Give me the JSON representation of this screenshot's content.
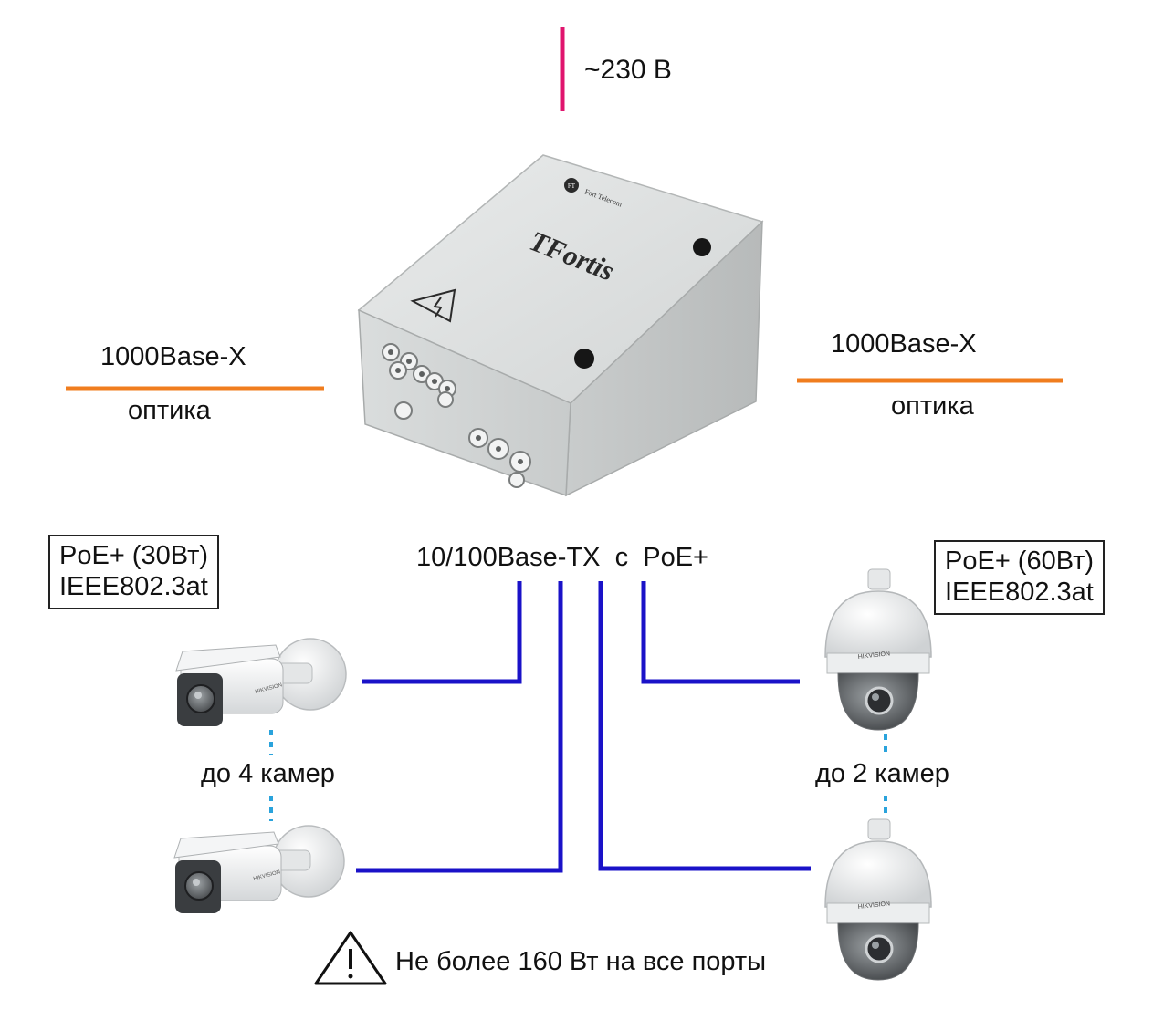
{
  "power": {
    "label": "~230 В",
    "color": "#e0156e"
  },
  "uplinks": {
    "left": {
      "top": "1000Base-X",
      "bottom": "оптика"
    },
    "right": {
      "top": "1000Base-X",
      "bottom": "оптика"
    },
    "color": "#f07d1e"
  },
  "device": {
    "brand": "TFortis",
    "maker": "Fort Telecom",
    "maker_logo": "FT",
    "icon": "high-voltage-warning-icon"
  },
  "downlink": {
    "label": "10/100Base-TX  с  PoE+",
    "color": "#1a12c8"
  },
  "left_group": {
    "spec_line1": "PoE+ (30Вт)",
    "spec_line2": "IEEE802.3at",
    "count": "до 4 камер",
    "camera_brand": "HIKVISION",
    "camera_icon": "bullet-camera-icon"
  },
  "right_group": {
    "spec_line1": "PoE+ (60Вт)",
    "spec_line2": "IEEE802.3at",
    "count": "до 2 камер",
    "camera_brand": "HIKVISION",
    "camera_icon": "dome-camera-icon"
  },
  "warning": {
    "text": "Не более 160 Вт на все порты",
    "icon": "warning-triangle-icon"
  },
  "dots_color": "#2aa3dc"
}
